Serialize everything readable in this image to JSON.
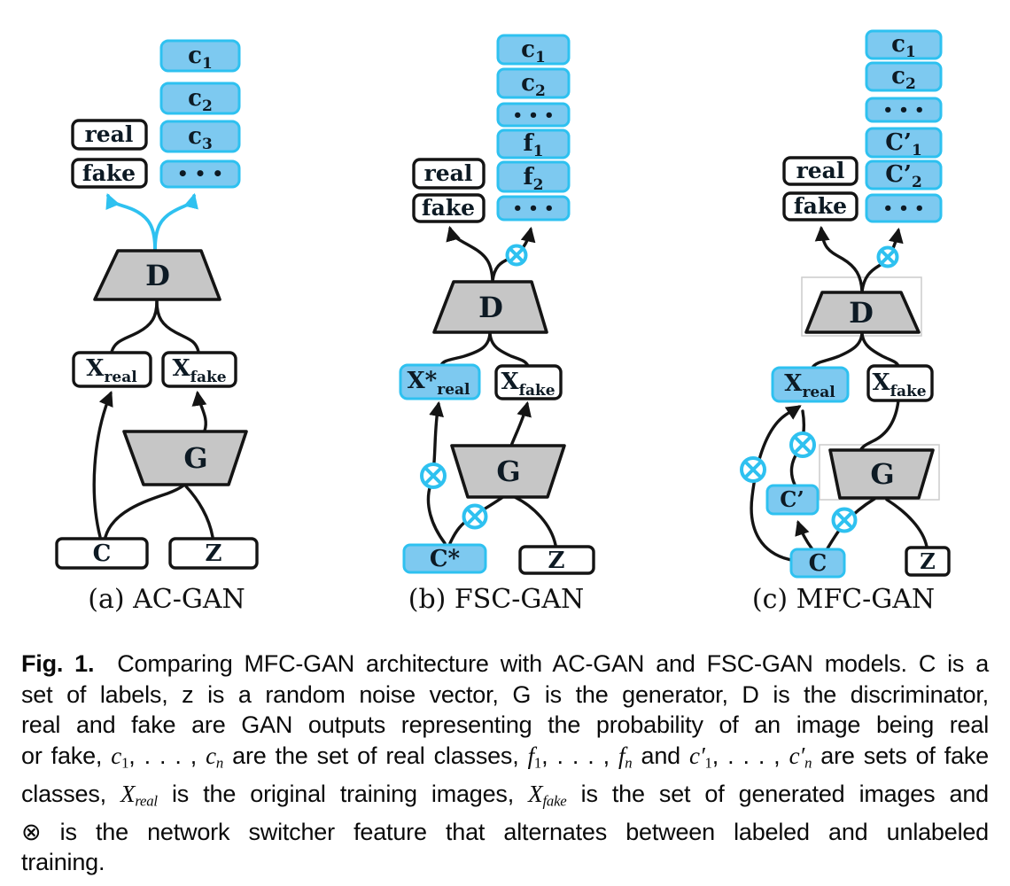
{
  "colors": {
    "blue_fill": "#7dc9f0",
    "blue_stroke": "#2ec1f0",
    "gray_fill": "#c6c6c6",
    "line_black": "#141414",
    "cyan_line": "#2ec1f0",
    "faint_border": "#cccccc",
    "text_dark": "#0d1a24"
  },
  "panels": {
    "a": {
      "caption": "(a) AC-GAN",
      "stack": [
        {
          "m": "c",
          "s": "1"
        },
        {
          "m": "c",
          "s": "2"
        },
        {
          "m": "c",
          "s": "3"
        },
        {
          "m": "• • •",
          "s": ""
        }
      ],
      "real": "real",
      "fake": "fake",
      "d": "D",
      "g": "G",
      "xreal_m": "X",
      "xreal_s": "real",
      "xfake_m": "X",
      "xfake_s": "fake",
      "c": "C",
      "z": "Z"
    },
    "b": {
      "caption": "(b) FSC-GAN",
      "stack": [
        {
          "m": "c",
          "s": "1"
        },
        {
          "m": "c",
          "s": "2"
        },
        {
          "m": "• • •",
          "s": ""
        },
        {
          "m": "f",
          "s": "1"
        },
        {
          "m": "f",
          "s": "2"
        },
        {
          "m": "• • •",
          "s": ""
        }
      ],
      "real": "real",
      "fake": "fake",
      "d": "D",
      "g": "G",
      "xreal_m": "X*",
      "xreal_s": "real",
      "xfake_m": "X",
      "xfake_s": "fake",
      "c": "C*",
      "z": "Z"
    },
    "c": {
      "caption": "(c) MFC-GAN",
      "stack": [
        {
          "m": "c",
          "s": "1"
        },
        {
          "m": "c",
          "s": "2"
        },
        {
          "m": "• • •",
          "s": ""
        },
        {
          "m": "C’",
          "s": "1"
        },
        {
          "m": "C’",
          "s": "2"
        },
        {
          "m": "• • •",
          "s": ""
        }
      ],
      "real": "real",
      "fake": "fake",
      "d": "D",
      "g": "G",
      "xreal_m": "X",
      "xreal_s": "real",
      "xfake_m": "X",
      "xfake_s": "fake",
      "c": "C",
      "cprime": "C’",
      "z": "Z"
    }
  },
  "caption": {
    "lines": [
      [
        {
          "t": "Fig. 1.",
          "s": "b"
        },
        {
          "t": "  Comparing MFC-GAN architecture with AC-GAN and FSC-GAN models. C is a"
        }
      ],
      [
        {
          "t": "set of labels, z is a random noise vector, G is the generator, D is the discriminator,"
        }
      ],
      [
        {
          "t": "real and fake are GAN outputs representing the probability of an image being real"
        }
      ],
      [
        {
          "t": "or fake, "
        },
        {
          "t": "c",
          "s": "i"
        },
        {
          "t": "1",
          "s": "sub"
        },
        {
          "t": ", . . . , "
        },
        {
          "t": "c",
          "s": "i"
        },
        {
          "t": "n",
          "s": "subi"
        },
        {
          "t": " are the set of real classes, "
        },
        {
          "t": "f",
          "s": "i"
        },
        {
          "t": "1",
          "s": "sub"
        },
        {
          "t": ", . . . , "
        },
        {
          "t": "f",
          "s": "i"
        },
        {
          "t": "n",
          "s": "subi"
        },
        {
          "t": " and "
        },
        {
          "t": "c′",
          "s": "i"
        },
        {
          "t": "1",
          "s": "sub"
        },
        {
          "t": ", . . . , "
        },
        {
          "t": "c′",
          "s": "i"
        },
        {
          "t": "n",
          "s": "subi"
        },
        {
          "t": " are sets of fake"
        }
      ],
      [
        {
          "t": "classes, "
        },
        {
          "t": "X",
          "s": "i"
        },
        {
          "t": "real",
          "s": "subi"
        },
        {
          "t": " is the original training images, "
        },
        {
          "t": "X",
          "s": "i"
        },
        {
          "t": "fake",
          "s": "subi"
        },
        {
          "t": " is the set of generated images and"
        }
      ],
      [
        {
          "t": "⊗ is the network switcher feature that alternates between labeled and unlabeled"
        }
      ],
      [
        {
          "t": "training."
        }
      ]
    ]
  }
}
